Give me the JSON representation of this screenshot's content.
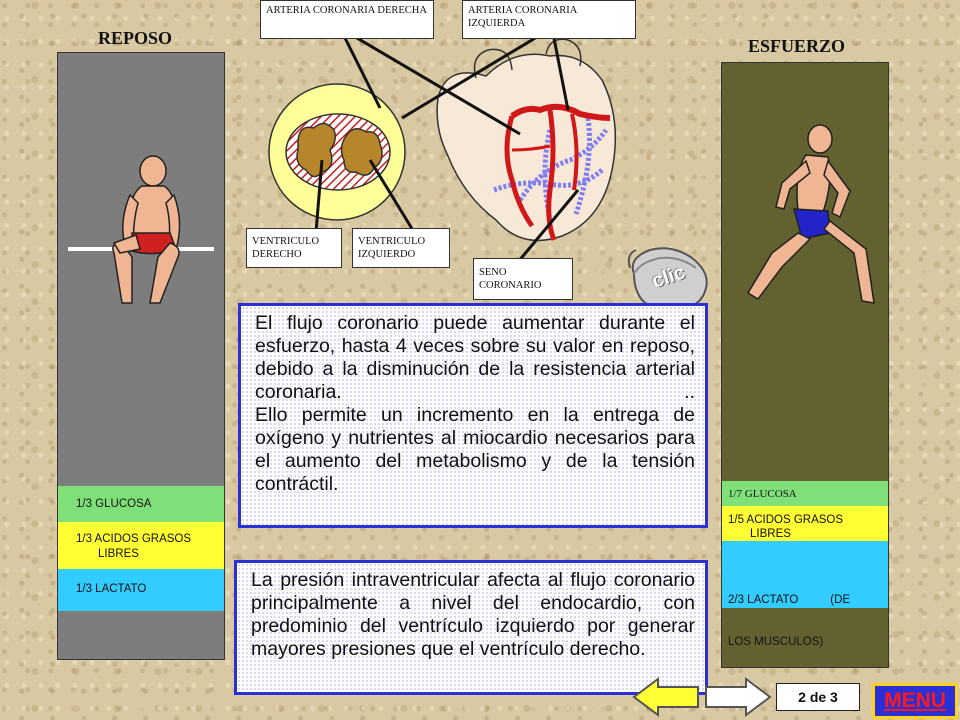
{
  "titles": {
    "rest": "REPOSO",
    "effort": "ESFUERZO"
  },
  "heart_labels": {
    "right_coronary": "ARTERIA CORONARIA DERECHA",
    "left_coronary": "ARTERIA CORONARIA IZQUIERDA",
    "right_ventricle": "VENTRICULO DERECHO",
    "left_ventricle": "VENTRICULO IZQUIERDO",
    "coronary_sinus": "SENO CORONARIO"
  },
  "rest_fuels": [
    {
      "label": "1/3 GLUCOSA"
    },
    {
      "label": "1/3 ACIDOS GRASOS",
      "label2": "LIBRES"
    },
    {
      "label": "1/3 LACTATO"
    }
  ],
  "effort_fuels": [
    {
      "label": "1/7 GLUCOSA"
    },
    {
      "label": "1/5 ACIDOS GRASOS",
      "label2": "LIBRES"
    },
    {
      "label": "2/3 LACTATO          (DE",
      "label2": "LOS MUSCULOS)"
    }
  ],
  "main_text": {
    "p1": "El flujo coronario puede aumentar durante el esfuerzo, hasta 4 veces sobre su valor en reposo, debido a la disminución de la resistencia arterial coronaria.                                    ..",
    "p2": "Ello permite un incremento en la entrega de oxígeno y nutrientes al miocardio necesarios para el aumento del metabolismo y de la tensión contráctil."
  },
  "second_text": "La presión intraventricular afecta al flujo coronario principalmente a nivel del endocardio, con predominio del ventrículo izquierdo por generar mayores presiones que el ventrículo derecho.",
  "clic_label": "clic",
  "nav": {
    "page": "2  de 3",
    "menu": "MENU"
  },
  "colors": {
    "rest_bar": "#7d7d7d",
    "effort_bar": "#62612f",
    "glucose": "#7fe07a",
    "fatty_acids": "#ffff33",
    "lactate": "#33ccff",
    "frame_blue": "#2b2fd6"
  }
}
